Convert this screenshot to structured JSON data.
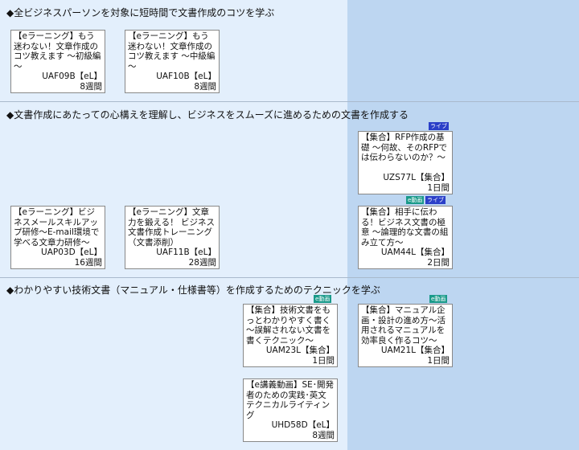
{
  "sections": [
    {
      "title": "◆全ビジネスパーソンを対象に短時間で文書作成のコツを学ぶ",
      "courses": [
        {
          "name": "【eラーニング】もう迷わない！文章作成のコツ教えます ～初級編～",
          "code": "UAF09B【eL】",
          "duration": "8週間"
        },
        {
          "name": "【eラーニング】もう迷わない！文章作成のコツ教えます ～中級編～",
          "code": "UAF10B【eL】",
          "duration": "8週間"
        }
      ]
    },
    {
      "title": "◆文書作成にあたっての心構えを理解し、ビジネスをスムーズに進めるための文書を作成する",
      "courses": [
        {
          "name": "【集合】RFP作成の基礎 ～何故、そのRFPでは伝わらないのか？～",
          "code": "UZS77L【集合】",
          "duration": "1日間",
          "badges": [
            "ライブ"
          ]
        },
        {
          "name": "【eラーニング】ビジネスメールスキルアップ研修～E-mail環境で学べる文章力研修～",
          "code": "UAP03D【eL】",
          "duration": "16週間"
        },
        {
          "name": "【eラーニング】文章力を鍛える！ ビジネス文書作成トレーニング（文書添削）",
          "code": "UAF11B【eL】",
          "duration": "28週間"
        },
        {
          "name": "【集合】相手に伝わる！ビジネス文書の極意 ～論理的な文書の組み立て方～",
          "code": "UAM44L【集合】",
          "duration": "2日間",
          "badges": [
            "e動画",
            "ライブ"
          ]
        }
      ]
    },
    {
      "title": "◆わかりやすい技術文書（マニュアル・仕様書等）を作成するためのテクニックを学ぶ",
      "courses": [
        {
          "name": "【集合】技術文書をもっとわかりやすく書く～誤解されない文書を書くテクニック～",
          "code": "UAM23L【集合】",
          "duration": "1日間",
          "badges": [
            "e動画"
          ]
        },
        {
          "name": "【集合】マニュアル企画・設計の進め方～活用されるマニュアルを効率良く作るコツ～",
          "code": "UAM21L【集合】",
          "duration": "1日間",
          "badges": [
            "e動画"
          ]
        },
        {
          "name": "【e講義動画】SE･開発者のための実践･英文テクニカルライティング",
          "code": "UHD58D【eL】",
          "duration": "8週間"
        }
      ]
    }
  ],
  "colors": {
    "live_badge": "#2a3fc8",
    "video_badge": "#1a9a8a",
    "left_bg": "#e3effc",
    "right_bg": "#bdd6f1"
  }
}
